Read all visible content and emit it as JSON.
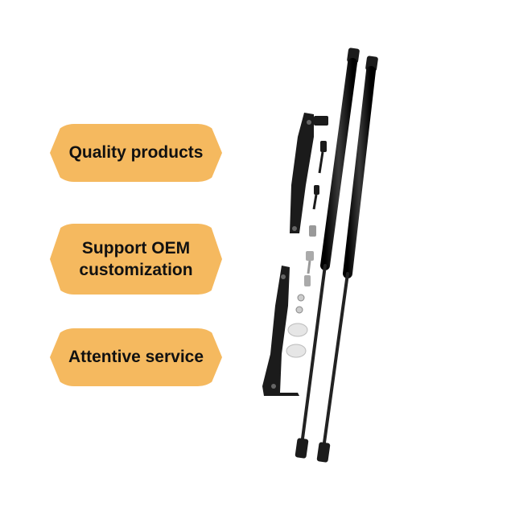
{
  "features": [
    {
      "label": "Quality products"
    },
    {
      "label": "Support OEM customization"
    },
    {
      "label": "Attentive service"
    }
  ],
  "colors": {
    "badge": "#f5b95f",
    "background": "#ffffff",
    "product": "#1b1b1b"
  },
  "icons": {
    "product": "gas-strut-kit-icon"
  }
}
